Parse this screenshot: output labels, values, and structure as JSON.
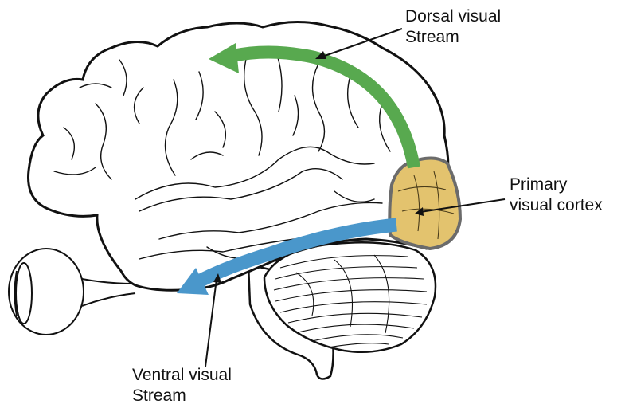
{
  "labels": {
    "dorsal": {
      "line1": "Dorsal visual",
      "line2": "Stream"
    },
    "primary": {
      "line1": "Primary",
      "line2": "visual cortex"
    },
    "ventral": {
      "line1": "Ventral visual",
      "line2": "Stream"
    }
  },
  "colors": {
    "dorsal_stream": "#58a94f",
    "ventral_stream": "#4a97cb",
    "primary_visual_cortex": "#e3c36e",
    "cortex_border": "#6b6b6b",
    "outline": "#111111"
  },
  "icons": {
    "brain": "brain-outline-icon",
    "eye": "eye-icon",
    "cerebellum": "cerebellum-icon",
    "brainstem": "brainstem-icon"
  }
}
